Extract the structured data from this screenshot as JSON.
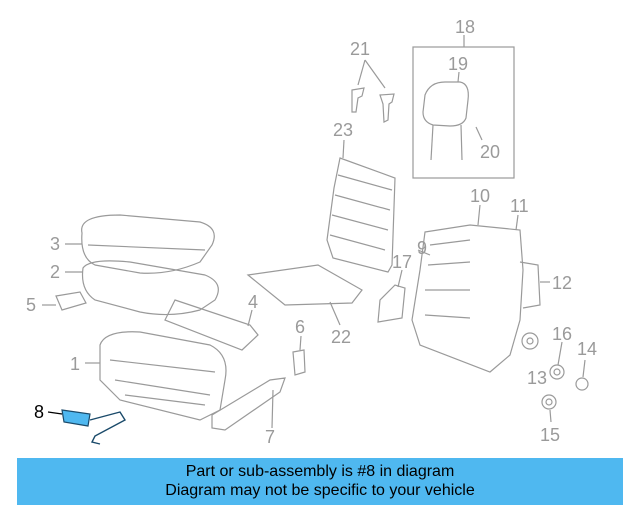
{
  "labels": {
    "l1": "1",
    "l2": "2",
    "l3": "3",
    "l4": "4",
    "l5": "5",
    "l6": "6",
    "l7": "7",
    "l8": "8",
    "l9": "9",
    "l10": "10",
    "l11": "11",
    "l12": "12",
    "l13": "13",
    "l14": "14",
    "l15": "15",
    "l16": "16",
    "l17": "17",
    "l18": "18",
    "l19": "19",
    "l20": "20",
    "l21": "21",
    "l22": "22",
    "l23": "23"
  },
  "highlighted_part": "8",
  "colors": {
    "banner": "#4fb8f0",
    "highlight": "#4fb8f0",
    "line": "#9a9a9a"
  },
  "banner": {
    "line1": "Part or sub-assembly is #8 in diagram",
    "line2": "Diagram may not be specific to your vehicle"
  }
}
